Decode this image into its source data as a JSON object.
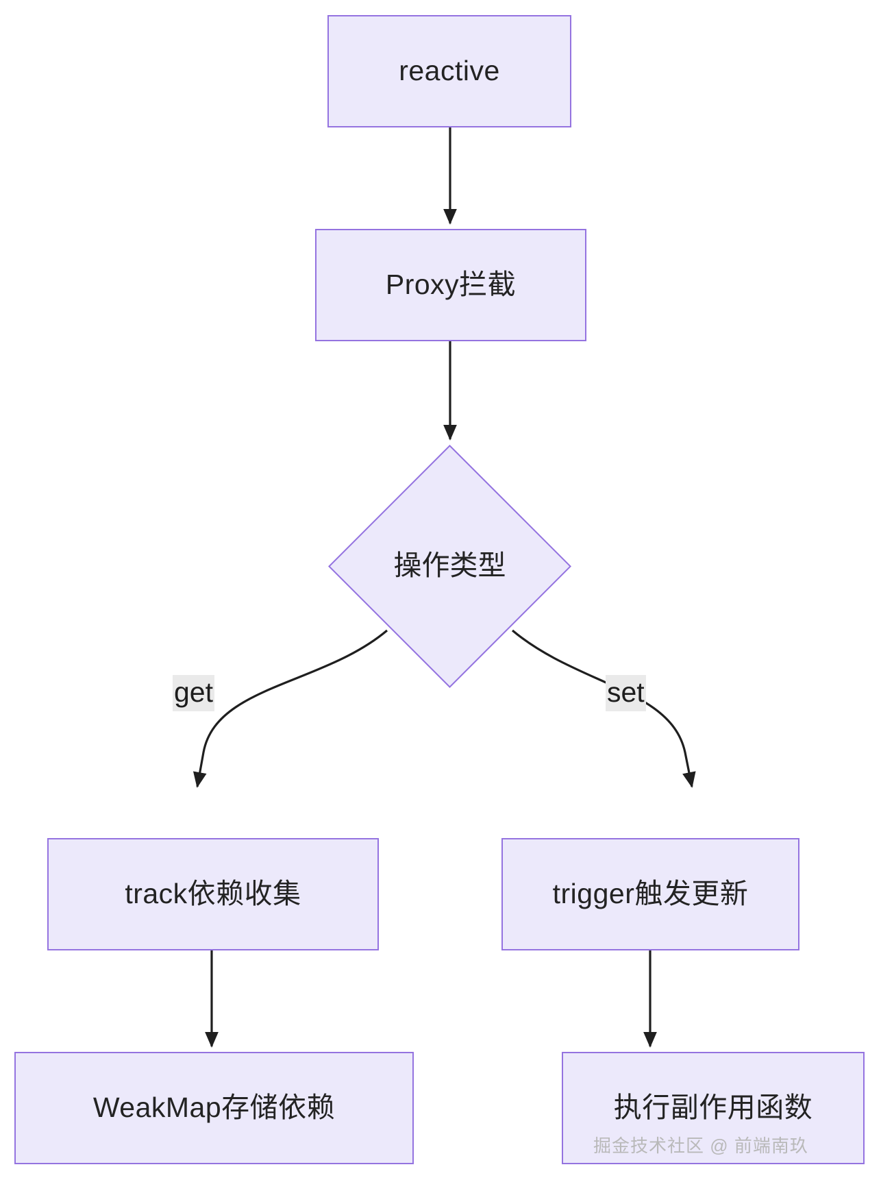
{
  "diagram": {
    "type": "flowchart",
    "direction": "top-down",
    "theme": {
      "node_fill": "#ECE9FB",
      "node_border": "#9473E0",
      "edge_color": "#1f1f1f",
      "edge_label_bg": "#EAEAEA",
      "text_color": "#232323",
      "background": "#ffffff"
    },
    "nodes": [
      {
        "id": "reactive",
        "label": "reactive",
        "shape": "rect"
      },
      {
        "id": "proxy",
        "label": "Proxy拦截",
        "shape": "rect"
      },
      {
        "id": "decision",
        "label": "操作类型",
        "shape": "diamond"
      },
      {
        "id": "track",
        "label": "track依赖收集",
        "shape": "rect"
      },
      {
        "id": "trigger",
        "label": "trigger触发更新",
        "shape": "rect"
      },
      {
        "id": "weakmap",
        "label": "WeakMap存储依赖",
        "shape": "rect"
      },
      {
        "id": "effect",
        "label": "执行副作用函数",
        "shape": "rect"
      }
    ],
    "edges": [
      {
        "from": "reactive",
        "to": "proxy",
        "label": ""
      },
      {
        "from": "proxy",
        "to": "decision",
        "label": ""
      },
      {
        "from": "decision",
        "to": "track",
        "label": "get"
      },
      {
        "from": "decision",
        "to": "trigger",
        "label": "set"
      },
      {
        "from": "track",
        "to": "weakmap",
        "label": ""
      },
      {
        "from": "trigger",
        "to": "effect",
        "label": ""
      }
    ],
    "edge_labels": {
      "get": "get",
      "set": "set"
    },
    "watermark": "掘金技术社区 @ 前端南玖"
  }
}
